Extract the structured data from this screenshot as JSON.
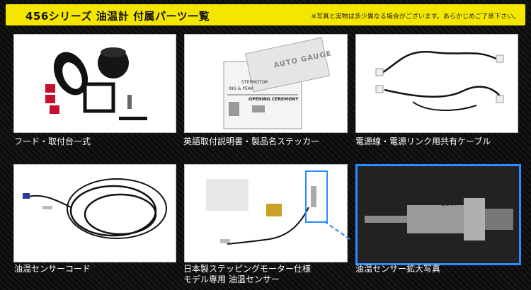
{
  "header": {
    "title": "456シリーズ 油温計 付属パーツ一覧",
    "note": "※写真と実物は多少異なる場合がございます。あらかじめご了承下さい。"
  },
  "items": [
    {
      "caption": "フード・取付台一式"
    },
    {
      "caption": "英語取付説明書・製品名ステッカー",
      "sticker_text": "AUTO GAUGE",
      "manual_heading": "OPENING CEREMONY",
      "manual_text": "STEPMOTOR",
      "manual_sub": "ING & PEAK"
    },
    {
      "caption": "電源線・電源リンク用共有ケーブル"
    },
    {
      "caption": "油温センサーコード"
    },
    {
      "caption_line1": "日本製ステッピングモーター仕様",
      "caption_line2": "モデル専用 油温センサー"
    },
    {
      "caption": "油温センサー拡大写真",
      "engraving_line1": "JPN",
      "engraving_line2": "1/8 PT"
    }
  ],
  "colors": {
    "header_bg": "#f5e600",
    "highlight": "#2a8cff",
    "panel_bg": "#ffffff"
  }
}
